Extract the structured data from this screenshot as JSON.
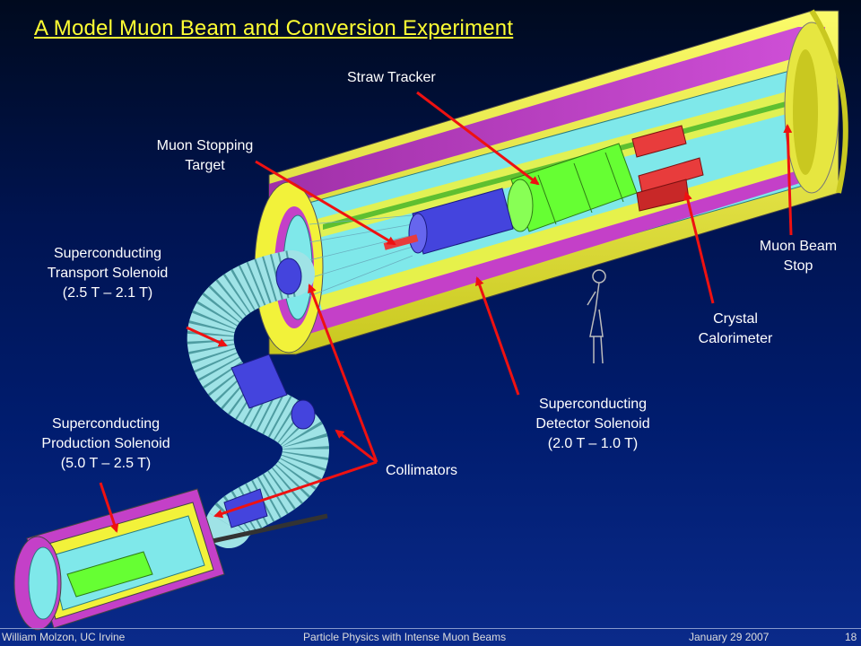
{
  "slide": {
    "title": "A Model Muon Beam and Conversion Experiment"
  },
  "labels": {
    "straw_tracker": "Straw Tracker",
    "muon_stopping_target": [
      "Muon Stopping",
      "Target"
    ],
    "transport_solenoid": [
      "Superconducting",
      "Transport Solenoid",
      "(2.5 T – 2.1 T)"
    ],
    "production_solenoid": [
      "Superconducting",
      "Production Solenoid",
      "(5.0 T – 2.5 T)"
    ],
    "detector_solenoid": [
      "Superconducting",
      "Detector Solenoid",
      "(2.0 T – 1.0 T)"
    ],
    "collimators": "Collimators",
    "crystal_calorimeter": [
      "Crystal",
      "Calorimeter"
    ],
    "muon_beam_stop": [
      "Muon Beam",
      "Stop"
    ]
  },
  "footer": {
    "author": "William Molzon, UC Irvine",
    "talk": "Particle Physics with Intense Muon Beams",
    "date": "January  29  2007",
    "page": "18"
  },
  "colors": {
    "title": "#ffff33",
    "arrow": "#ee1111",
    "yellow_shell": "#f2f23a",
    "magenta_layer": "#c440c8",
    "cyan_coil": "#7fe8ea",
    "green_tracker": "#66ff33",
    "red_calorimeter": "#e83c3c",
    "blue_collimator": "#4444dd"
  }
}
